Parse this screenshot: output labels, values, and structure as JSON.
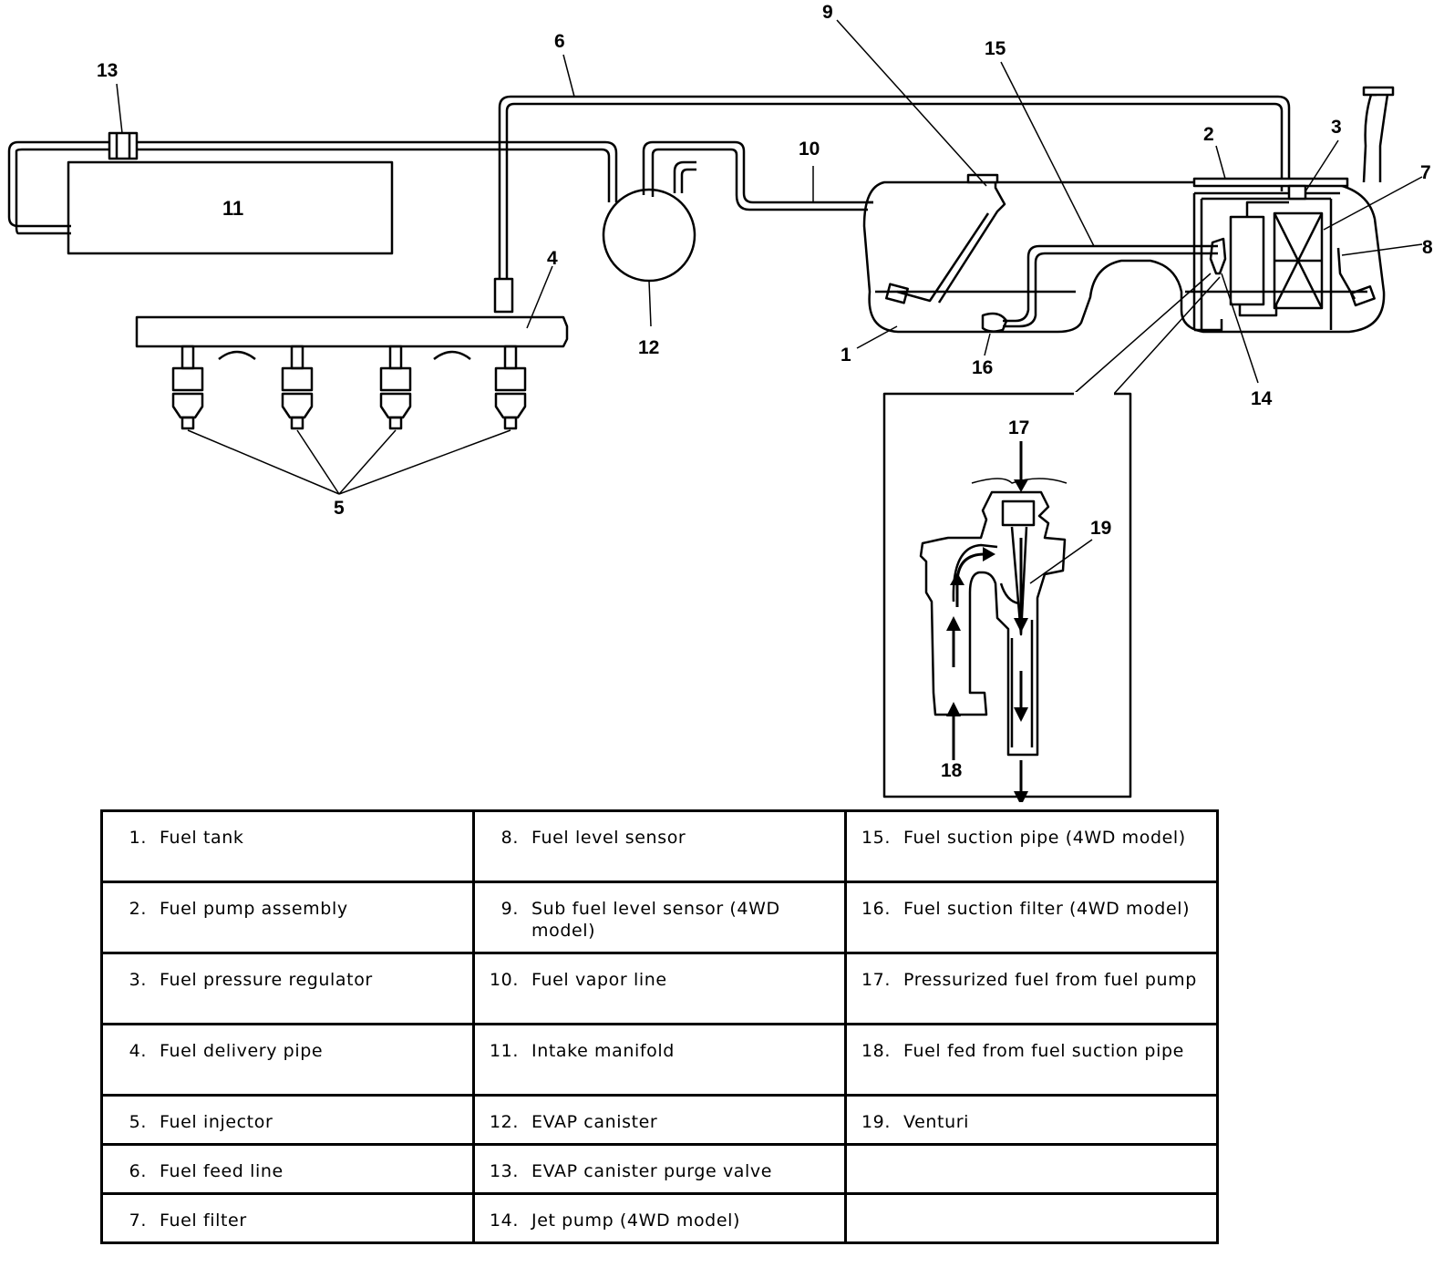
{
  "diagram": {
    "callouts": {
      "c1": "1",
      "c2": "2",
      "c3": "3",
      "c4": "4",
      "c5": "5",
      "c6": "6",
      "c7": "7",
      "c8": "8",
      "c9": "9",
      "c10": "10",
      "c11": "11",
      "c12": "12",
      "c13": "13",
      "c14": "14",
      "c15": "15",
      "c16": "16",
      "c17": "17",
      "c18": "18",
      "c19": "19"
    }
  },
  "legend": {
    "rows": [
      [
        {
          "num": "1.",
          "text": "Fuel tank"
        },
        {
          "num": "8.",
          "text": "Fuel level sensor"
        },
        {
          "num": "15.",
          "text": "Fuel suction pipe (4WD model)"
        }
      ],
      [
        {
          "num": "2.",
          "text": "Fuel pump assembly"
        },
        {
          "num": "9.",
          "text": "Sub fuel level sensor (4WD model)"
        },
        {
          "num": "16.",
          "text": "Fuel suction filter (4WD model)"
        }
      ],
      [
        {
          "num": "3.",
          "text": "Fuel pressure regulator"
        },
        {
          "num": "10.",
          "text": "Fuel vapor line"
        },
        {
          "num": "17.",
          "text": "Pressurized fuel from fuel pump"
        }
      ],
      [
        {
          "num": "4.",
          "text": "Fuel delivery pipe"
        },
        {
          "num": "11.",
          "text": "Intake manifold"
        },
        {
          "num": "18.",
          "text": "Fuel fed from fuel suction pipe"
        }
      ],
      [
        {
          "num": "5.",
          "text": "Fuel injector"
        },
        {
          "num": "12.",
          "text": "EVAP canister"
        },
        {
          "num": "19.",
          "text": "Venturi"
        }
      ],
      [
        {
          "num": "6.",
          "text": "Fuel feed line"
        },
        {
          "num": "13.",
          "text": "EVAP canister purge valve"
        },
        {
          "num": "",
          "text": ""
        }
      ],
      [
        {
          "num": "7.",
          "text": "Fuel filter"
        },
        {
          "num": "14.",
          "text": "Jet pump (4WD model)"
        },
        {
          "num": "",
          "text": ""
        }
      ]
    ]
  }
}
